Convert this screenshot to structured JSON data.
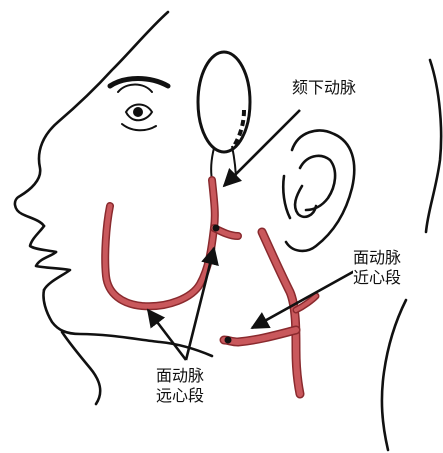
{
  "labels": {
    "submental_artery": "颏下动脉",
    "facial_artery_proximal_1": "面动脉",
    "facial_artery_proximal_2": "近心段",
    "facial_artery_distal_1": "面动脉",
    "facial_artery_distal_2": "远心段"
  },
  "colors": {
    "artery_fill": "#c9585c",
    "artery_outline": "#8a2a2e",
    "ink": "#111111",
    "background": "#ffffff"
  }
}
